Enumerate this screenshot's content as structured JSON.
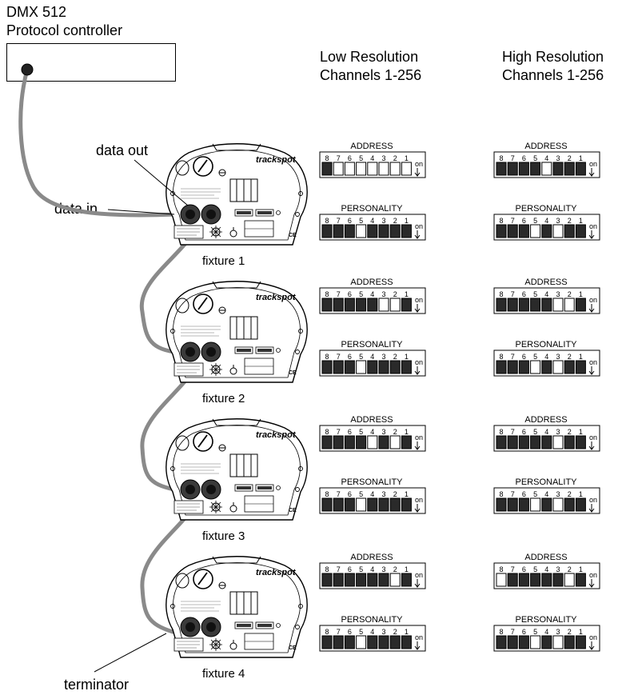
{
  "controller": {
    "line1": "DMX 512",
    "line2": "Protocol controller"
  },
  "columns": {
    "low": {
      "line1": "Low Resolution",
      "line2": "Channels 1-256"
    },
    "high": {
      "line1": "High Resolution",
      "line2": "Channels 1-256"
    }
  },
  "callouts": {
    "data_out": "data out",
    "data_in": "data in",
    "terminator": "terminator"
  },
  "fixture_brand": "trackspot",
  "switch_labels": {
    "address": "ADDRESS",
    "personality": "PERSONALITY",
    "on": "on"
  },
  "switch_numbers": [
    "8",
    "7",
    "6",
    "5",
    "4",
    "3",
    "2",
    "1"
  ],
  "fixtures": [
    {
      "label": "fixture 1",
      "low": {
        "address": [
          1,
          0,
          0,
          0,
          0,
          0,
          0,
          0
        ],
        "personality": [
          1,
          1,
          1,
          0,
          1,
          1,
          1,
          1
        ]
      },
      "high": {
        "address": [
          1,
          1,
          1,
          1,
          0,
          1,
          1,
          1
        ],
        "personality": [
          1,
          1,
          1,
          0,
          1,
          0,
          1,
          1
        ]
      }
    },
    {
      "label": "fixture 2",
      "low": {
        "address": [
          1,
          1,
          1,
          1,
          1,
          0,
          0,
          1
        ],
        "personality": [
          1,
          1,
          1,
          0,
          1,
          1,
          1,
          1
        ]
      },
      "high": {
        "address": [
          1,
          1,
          1,
          1,
          1,
          0,
          0,
          1
        ],
        "personality": [
          1,
          1,
          1,
          0,
          1,
          0,
          1,
          1
        ]
      }
    },
    {
      "label": "fixture 3",
      "low": {
        "address": [
          1,
          1,
          1,
          1,
          0,
          1,
          0,
          1
        ],
        "personality": [
          1,
          1,
          1,
          0,
          1,
          1,
          1,
          1
        ]
      },
      "high": {
        "address": [
          1,
          1,
          1,
          1,
          1,
          0,
          1,
          1
        ],
        "personality": [
          1,
          1,
          1,
          0,
          1,
          0,
          1,
          1
        ]
      }
    },
    {
      "label": "fixture 4",
      "low": {
        "address": [
          1,
          1,
          1,
          1,
          1,
          1,
          0,
          1
        ],
        "personality": [
          1,
          1,
          1,
          0,
          1,
          1,
          1,
          1
        ]
      },
      "high": {
        "address": [
          0,
          1,
          1,
          1,
          1,
          1,
          0,
          1
        ],
        "personality": [
          1,
          1,
          1,
          0,
          1,
          0,
          1,
          1
        ]
      }
    }
  ]
}
